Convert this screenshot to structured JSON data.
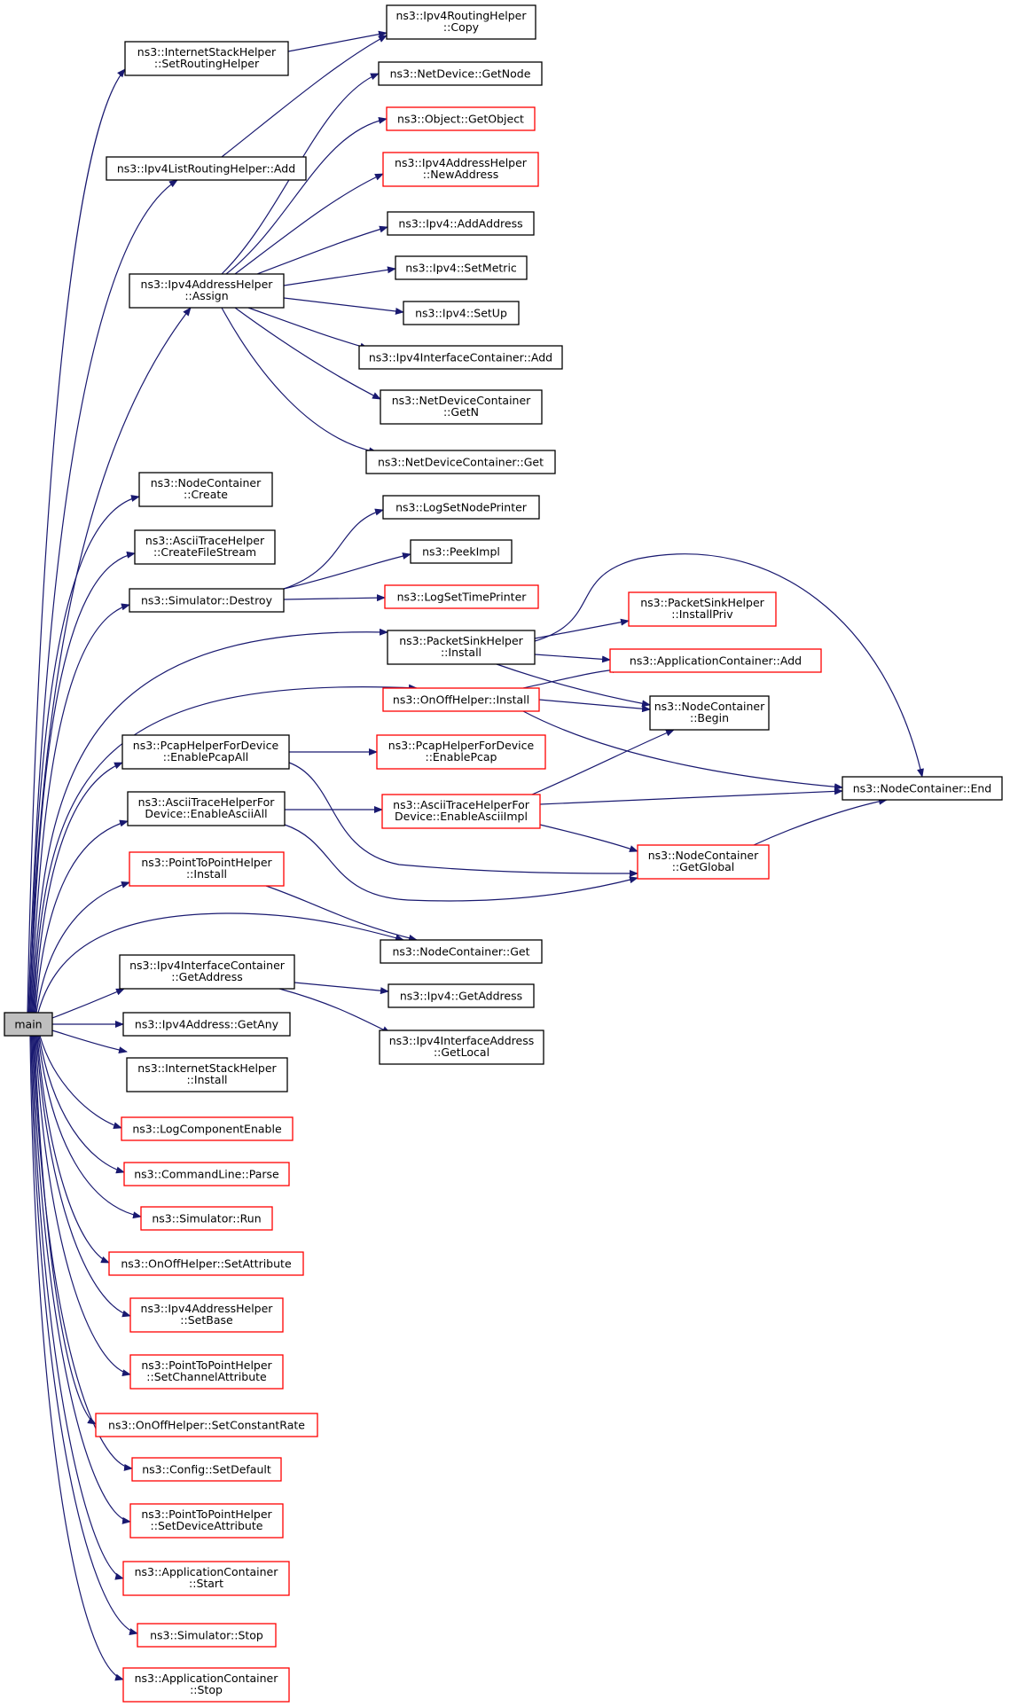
{
  "nodes": {
    "main": [
      "main"
    ],
    "ish_set": [
      "ns3::InternetStackHelper",
      "::SetRoutingHelper"
    ],
    "irh_copy": [
      "ns3::Ipv4RoutingHelper",
      "::Copy"
    ],
    "ilrh_add": [
      "ns3::Ipv4ListRoutingHelper::Add"
    ],
    "nd_getnode": [
      "ns3::NetDevice::GetNode"
    ],
    "obj_getobject": [
      "ns3::Object::GetObject"
    ],
    "iah_newaddr": [
      "ns3::Ipv4AddressHelper",
      "::NewAddress"
    ],
    "iah_assign": [
      "ns3::Ipv4AddressHelper",
      "::Assign"
    ],
    "ipv4_addaddr": [
      "ns3::Ipv4::AddAddress"
    ],
    "ipv4_setmetric": [
      "ns3::Ipv4::SetMetric"
    ],
    "ipv4_setup": [
      "ns3::Ipv4::SetUp"
    ],
    "iic_add": [
      "ns3::Ipv4InterfaceContainer::Add"
    ],
    "ndc_getn": [
      "ns3::NetDeviceContainer",
      "::GetN"
    ],
    "ndc_get": [
      "ns3::NetDeviceContainer::Get"
    ],
    "nc_create": [
      "ns3::NodeContainer",
      "::Create"
    ],
    "ath_cfs": [
      "ns3::AsciiTraceHelper",
      "::CreateFileStream"
    ],
    "log_nodeprinter": [
      "ns3::LogSetNodePrinter"
    ],
    "peekimpl": [
      "ns3::PeekImpl"
    ],
    "sim_destroy": [
      "ns3::Simulator::Destroy"
    ],
    "log_timeprinter": [
      "ns3::LogSetTimePrinter"
    ],
    "psh_installpriv": [
      "ns3::PacketSinkHelper",
      "::InstallPriv"
    ],
    "psh_install": [
      "ns3::PacketSinkHelper",
      "::Install"
    ],
    "ac_add": [
      "ns3::ApplicationContainer::Add"
    ],
    "ooh_install": [
      "ns3::OnOffHelper::Install"
    ],
    "nc_begin": [
      "ns3::NodeContainer",
      "::Begin"
    ],
    "phfd_enableall": [
      "ns3::PcapHelperForDevice",
      "::EnablePcapAll"
    ],
    "phfd_enable": [
      "ns3::PcapHelperForDevice",
      "::EnablePcap"
    ],
    "nc_end": [
      "ns3::NodeContainer::End"
    ],
    "athfd_enableall": [
      "ns3::AsciiTraceHelperFor",
      "Device::EnableAsciiAll"
    ],
    "athfd_impl": [
      "ns3::AsciiTraceHelperFor",
      "Device::EnableAsciiImpl"
    ],
    "nc_getglobal": [
      "ns3::NodeContainer",
      "::GetGlobal"
    ],
    "p2p_install": [
      "ns3::PointToPointHelper",
      "::Install"
    ],
    "nc_get": [
      "ns3::NodeContainer::Get"
    ],
    "iic_getaddress": [
      "ns3::Ipv4InterfaceContainer",
      "::GetAddress"
    ],
    "ipv4_getaddress": [
      "ns3::Ipv4::GetAddress"
    ],
    "ipv4addr_getany": [
      "ns3::Ipv4Address::GetAny"
    ],
    "iia_getlocal": [
      "ns3::Ipv4InterfaceAddress",
      "::GetLocal"
    ],
    "ish_install": [
      "ns3::InternetStackHelper",
      "::Install"
    ],
    "log_compenable": [
      "ns3::LogComponentEnable"
    ],
    "cmd_parse": [
      "ns3::CommandLine::Parse"
    ],
    "sim_run": [
      "ns3::Simulator::Run"
    ],
    "ooh_setattr": [
      "ns3::OnOffHelper::SetAttribute"
    ],
    "iah_setbase": [
      "ns3::Ipv4AddressHelper",
      "::SetBase"
    ],
    "p2p_setchannel": [
      "ns3::PointToPointHelper",
      "::SetChannelAttribute"
    ],
    "ooh_setconst": [
      "ns3::OnOffHelper::SetConstantRate"
    ],
    "cfg_setdefault": [
      "ns3::Config::SetDefault"
    ],
    "p2p_setdevice": [
      "ns3::PointToPointHelper",
      "::SetDeviceAttribute"
    ],
    "ac_start": [
      "ns3::ApplicationContainer",
      "::Start"
    ],
    "sim_stop": [
      "ns3::Simulator::Stop"
    ],
    "ac_stop": [
      "ns3::ApplicationContainer",
      "::Stop"
    ]
  },
  "colors": {
    "edge": "#191970",
    "documented_border": "#000000",
    "undocumented_border": "#ff0000",
    "root_fill": "#bfbfbf"
  }
}
